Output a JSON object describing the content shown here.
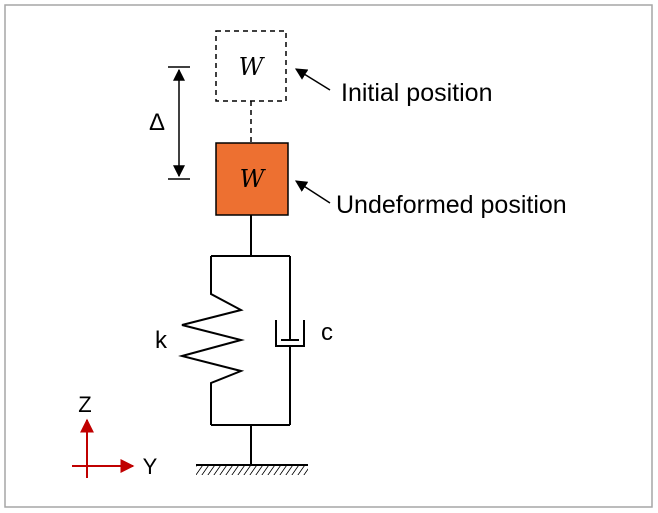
{
  "labels": {
    "mass_symbol": "W",
    "initial_position": "Initial position",
    "undeformed_position": "Undeformed position",
    "displacement": "Δ",
    "spring": "k",
    "damper": "c",
    "axis_z": "Z",
    "axis_y": "Y"
  },
  "colors": {
    "mass_fill": "#ED7031",
    "axis_arrows": "#C00000",
    "frame_border": "#A6A6A6"
  }
}
